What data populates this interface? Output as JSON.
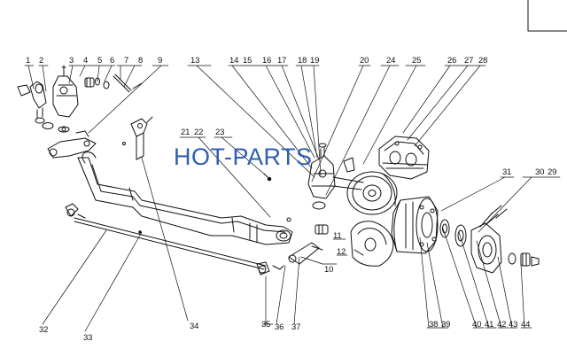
{
  "diagram": {
    "watermark": "HOT-PARTS",
    "callouts": {
      "c1": "1",
      "c2": "2",
      "c3": "3",
      "c4": "4",
      "c5": "5",
      "c6": "6",
      "c7": "7",
      "c8": "8",
      "c9": "9",
      "c10": "10",
      "c11": "11",
      "c12": "12",
      "c13": "13",
      "c14": "14",
      "c15": "15",
      "c16": "16",
      "c17": "17",
      "c18": "18",
      "c19": "19",
      "c20": "20",
      "c21": "21",
      "c22": "22",
      "c23": "23",
      "c24": "24",
      "c25": "25",
      "c26": "26",
      "c27": "27",
      "c28": "28",
      "c29": "29",
      "c30": "30",
      "c31": "31",
      "c32": "32",
      "c33": "33",
      "c34": "34",
      "c35": "35",
      "c36": "36",
      "c37": "37",
      "c38": "38",
      "c39": "39",
      "c40": "40",
      "c41": "41",
      "c42": "42",
      "c43": "43",
      "c44": "44"
    },
    "colors": {
      "line": "#111111",
      "watermark": "#2f5fb0",
      "background": "#ffffff"
    }
  }
}
